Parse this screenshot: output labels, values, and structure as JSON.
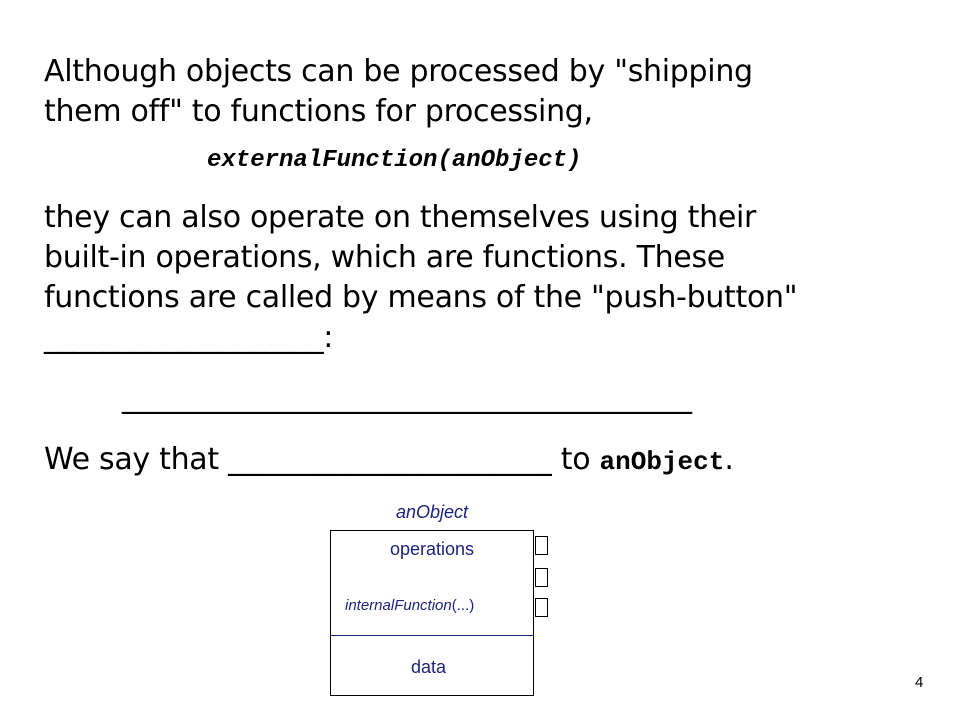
{
  "paragraph1": {
    "line1": "Although objects can be processed by \"shipping",
    "line2": "them off\" to functions for processing,"
  },
  "code_example": "externalFunction(anObject)",
  "paragraph2": {
    "line1": "they can also operate on themselves using their",
    "line2": "built-in operations, which are functions.  These",
    "line3": "functions are called by means of the \"push-button\"",
    "line4": "___________________:"
  },
  "blank_line": "______________________________________",
  "say_line": {
    "prefix": "We say that",
    "blank": "______________________",
    "to": "to",
    "object": "anObject",
    "suffix": "."
  },
  "diagram": {
    "object_name": "anObject",
    "operations_label": "operations",
    "function_name": "internalFunction",
    "function_args": "(...)",
    "data_label": "data"
  },
  "page_number": "4"
}
